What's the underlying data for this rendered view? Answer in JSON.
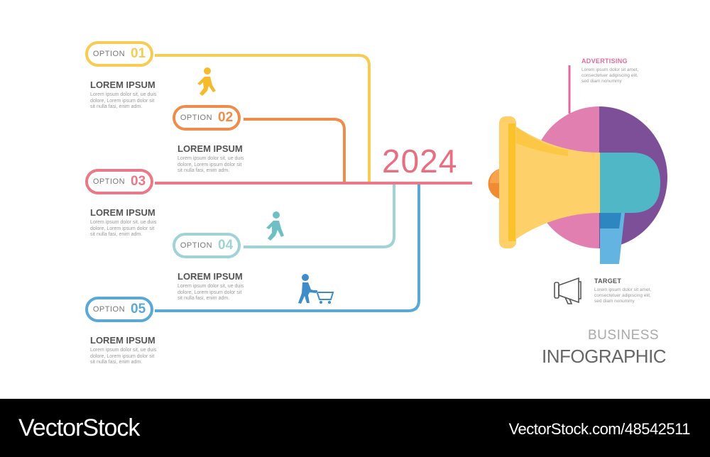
{
  "year": "2024",
  "options": [
    {
      "label": "OPTION",
      "number": "01",
      "title": "LOREM IPSUM",
      "desc": [
        "Lorem ipsum dolor sit, ue duis",
        "dolore, Lorem ipsum dolor sit",
        "sit nulla fasi, enim adm."
      ],
      "color": "#f7cc52"
    },
    {
      "label": "OPTION",
      "number": "02",
      "title": "LOREM IPSUM",
      "desc": [
        "Lorem ipsum dolor sit, ue duis",
        "dolore, Lorem ipsum dolor sit",
        "sit nulla fasi, enim adm."
      ],
      "color": "#ef8c4a"
    },
    {
      "label": "OPTION",
      "number": "03",
      "title": "LOREM IPSUM",
      "desc": [
        "Lorem ipsum dolor sit, ue duis",
        "dolore, Lorem ipsum dolor sit",
        "sit nulla fasi, enim adm."
      ],
      "color": "#ea7888"
    },
    {
      "label": "OPTION",
      "number": "04",
      "title": "LOREM IPSUM",
      "desc": [
        "Lorem ipsum dolor sit, ue duis",
        "dolore, Lorem ipsum dolor sit",
        "sit nulla fasi, enim adm."
      ],
      "color": "#9fd3d5"
    },
    {
      "label": "OPTION",
      "number": "05",
      "title": "LOREM IPSUM",
      "desc": [
        "Lorem ipsum dolor sit, ue duis",
        "dolore, Lorem ipsum dolor sit",
        "sit nulla fasi, enim adm."
      ],
      "color": "#5aa8d6"
    }
  ],
  "advertising": {
    "title": "ADVERTISING",
    "desc": [
      "Lorem ipsum dolor sit amet,",
      "consectetuer adipiscing elit,",
      "sed diam nonummy"
    ],
    "color": "#e06aa0"
  },
  "target": {
    "title": "TARGET",
    "desc": [
      "Lorem ipsum dolor sit amet,",
      "consectetuer adipiscing elit,",
      "sed diam nonummy"
    ]
  },
  "business": "BUSINESS",
  "infographic": "INFOGRAPHIC",
  "footer": {
    "brand": "VectorStock",
    "id": "VectorStock.com/48542511"
  },
  "icons": [
    "walking-person-icon",
    "walking-person-icon",
    "person-with-cart-icon",
    "megaphone-icon",
    "megaphone-outline-icon"
  ]
}
